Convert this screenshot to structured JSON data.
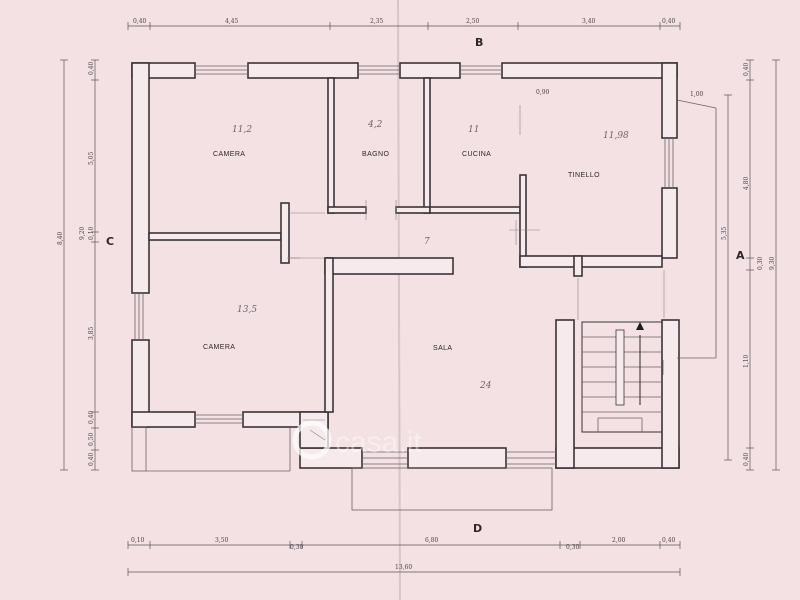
{
  "rooms": {
    "camera_top": {
      "label": "CAMERA",
      "area": "11,2"
    },
    "bagno": {
      "label": "BAGNO",
      "area": "4,2"
    },
    "cucina": {
      "label": "CUCINA",
      "area": "11"
    },
    "tinello": {
      "label": "TINELLO",
      "area": "11,98"
    },
    "camera_bottom": {
      "label": "CAMERA",
      "area": "13,5"
    },
    "sala": {
      "label": "SALA",
      "area": "24"
    },
    "hall": {
      "area": "7"
    }
  },
  "section_markers": {
    "top": "B",
    "bottom": "D",
    "left": "C",
    "right": "A"
  },
  "dimensions": {
    "top": [
      "0,40",
      "4,45",
      "2,35",
      "2,50",
      "3,40",
      "0,40"
    ],
    "bottom": [
      "0,10",
      "3,50",
      "0,30",
      "6,80",
      "0,30",
      "2,00",
      "0,40"
    ],
    "total_width": "13,60",
    "left": [
      "0,40",
      "5,05",
      "0,10",
      "3,85",
      "0,40",
      "0,50",
      "0,40"
    ],
    "left_totals": [
      "8,40",
      "9,20"
    ],
    "right": [
      "0,40",
      "4,80",
      "5,35",
      "0,30",
      "1,10",
      "0,40"
    ],
    "right_total": "9,30",
    "misc": [
      "0,90",
      "1,00"
    ]
  },
  "watermark": "casa.it"
}
